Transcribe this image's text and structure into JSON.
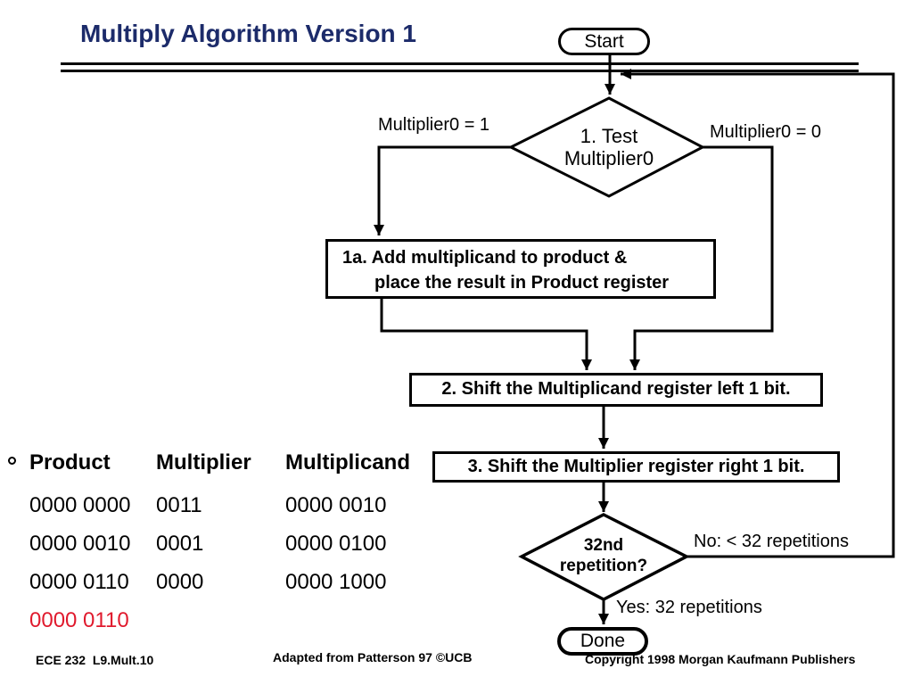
{
  "slide": {
    "title": "Multiply Algorithm Version 1"
  },
  "flowchart": {
    "start_label": "Start",
    "done_label": "Done",
    "test_diamond": {
      "line1": "1. Test",
      "line2": "Multiplier0"
    },
    "branch_left_label": "Multiplier0 = 1",
    "branch_right_label": "Multiplier0 = 0",
    "box_1a": {
      "line1": "1a. Add multiplicand to product &",
      "line2": "place the result in Product register"
    },
    "box_2": "2. Shift the Multiplicand register left 1 bit.",
    "box_3": "3. Shift the Multiplier register right 1 bit.",
    "repetition_diamond": {
      "line1": "32nd",
      "line2": "repetition?"
    },
    "no_label": "No: < 32 repetitions",
    "yes_label": "Yes: 32 repetitions"
  },
  "trace_table": {
    "headers": [
      "Product",
      "Multiplier",
      "Multiplicand"
    ],
    "rows": [
      [
        "0000 0000",
        "0011",
        "0000 0010"
      ],
      [
        "0000 0010",
        "0001",
        "0000 0100"
      ],
      [
        "0000 0110",
        "0000",
        "0000 1000"
      ],
      [
        "0000 0110",
        "",
        ""
      ]
    ]
  },
  "footer": {
    "left": "ECE 232  L9.Mult.10",
    "center": "Adapted from Patterson 97 ©UCB",
    "right": "Copyright 1998 Morgan Kaufmann Publishers"
  },
  "colors": {
    "title": "#1c2b6a",
    "highlight": "#e01a2d",
    "ink": "#000000"
  }
}
